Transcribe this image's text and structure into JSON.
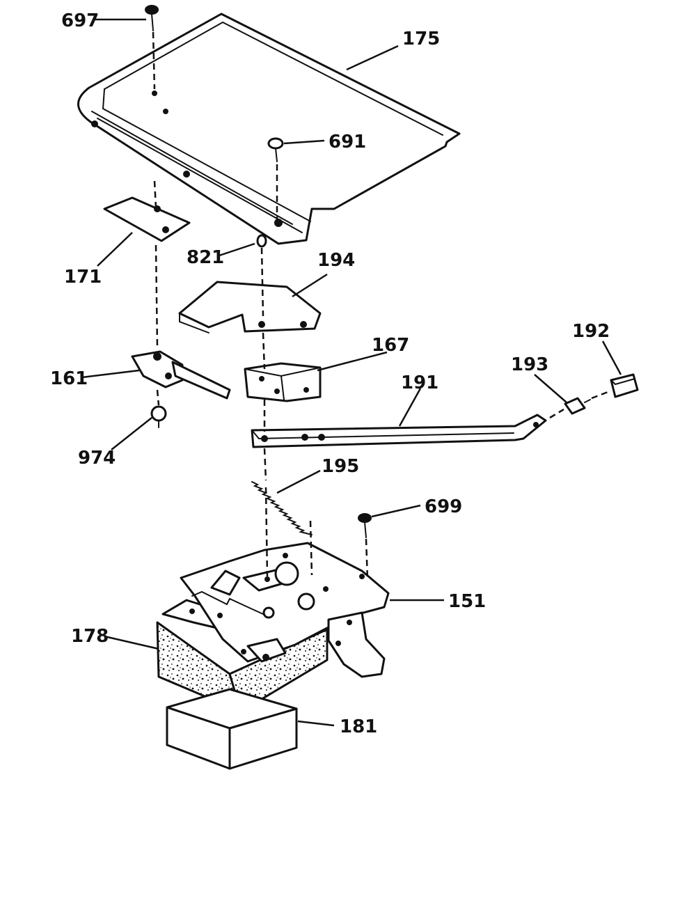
{
  "callouts": {
    "c697": "697",
    "c175": "175",
    "c691": "691",
    "c821": "821",
    "c194": "194",
    "c171": "171",
    "c192": "192",
    "c167": "167",
    "c193": "193",
    "c161": "161",
    "c191": "191",
    "c974": "974",
    "c195": "195",
    "c699": "699",
    "c151": "151",
    "c178": "178",
    "c181": "181"
  }
}
